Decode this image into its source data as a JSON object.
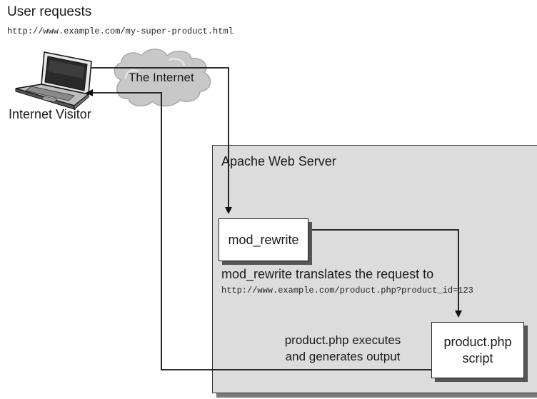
{
  "header": {
    "title": "User requests",
    "url": "http://www.example.com/my-super-product.html"
  },
  "visitor": {
    "label": "Internet Visitor",
    "icon": "laptop-icon"
  },
  "internet": {
    "label": "The Internet",
    "icon": "cloud-icon"
  },
  "server": {
    "label": "Apache Web Server"
  },
  "mod_rewrite": {
    "label": "mod_rewrite",
    "caption": "mod_rewrite translates the request to",
    "url": "http://www.example.com/product.php?product_id=123"
  },
  "product": {
    "label": "product.php\nscript",
    "caption": "product.php executes\nand generates output"
  },
  "colors": {
    "server_fill": "#dcdcdc",
    "cloud_fill": "#c8c8c8",
    "line": "#111111"
  }
}
